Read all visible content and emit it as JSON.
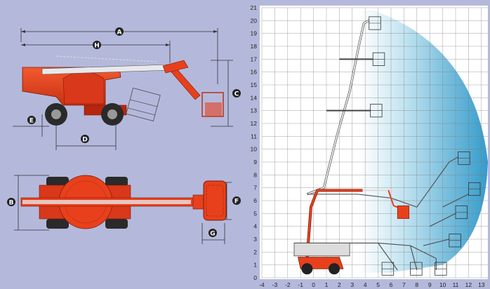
{
  "dimension_labels": {
    "A": "A",
    "H": "H",
    "C": "C",
    "E": "E",
    "D": "D",
    "B": "B",
    "F": "F",
    "G": "G"
  },
  "chart_grid": {
    "x_ticks": [
      "-4",
      "-3",
      "-2",
      "-1",
      "0",
      "1",
      "2",
      "3",
      "4",
      "5",
      "6",
      "7",
      "8",
      "9",
      "10",
      "11",
      "12",
      "13"
    ],
    "y_ticks": [
      "0",
      "1",
      "2",
      "3",
      "4",
      "5",
      "6",
      "7",
      "8",
      "9",
      "10",
      "11",
      "12",
      "13",
      "14",
      "15",
      "16",
      "17",
      "18",
      "19",
      "20",
      "21"
    ],
    "x_range": [
      -4,
      13.5
    ],
    "y_range": [
      0,
      21
    ],
    "grid": true
  },
  "colors": {
    "background": "#b4b9dc",
    "boom_red": "#e8401c",
    "envelope_blue": "#2a96c8",
    "grid_line": "#7a7a7a"
  }
}
